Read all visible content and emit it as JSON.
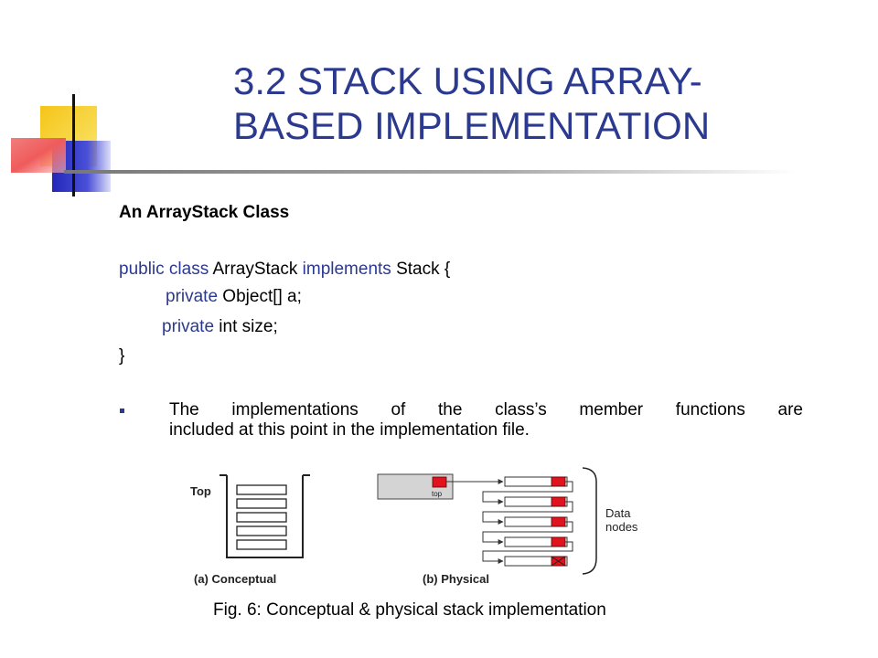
{
  "slide": {
    "title_lines": [
      "3.2 STACK USING ARRAY-",
      "BASED IMPLEMENTATION"
    ],
    "subheading": "An ArrayStack Class",
    "code": {
      "line1": {
        "kw1": "public class",
        "t1": " ArrayStack ",
        "kw2": "implements",
        "t2": " Stack {"
      },
      "line2": {
        "kw": "private",
        "t": " Object[] a;"
      },
      "line3": {
        "kw": "private",
        "t": " int size;"
      },
      "line4": "}"
    },
    "bullet_lines": [
      "The implementations of the class’s member functions are",
      "included at this point in the implementation file."
    ],
    "caption": "Fig. 6: Conceptual & physical stack implementation"
  },
  "figure": {
    "top_label": "Top",
    "top_pointer_label": "top",
    "data_label_lines": [
      "Data",
      "nodes"
    ],
    "conceptual_caption": "(a) Conceptual",
    "physical_caption": "(b) Physical"
  },
  "colors": {
    "title": "#2b3a8f",
    "keyword": "#2b3a8f",
    "node_marker": "#e0141e",
    "deco_yellow": "#f5c518",
    "deco_blue": "#3033c8",
    "deco_red": "#f07070"
  }
}
